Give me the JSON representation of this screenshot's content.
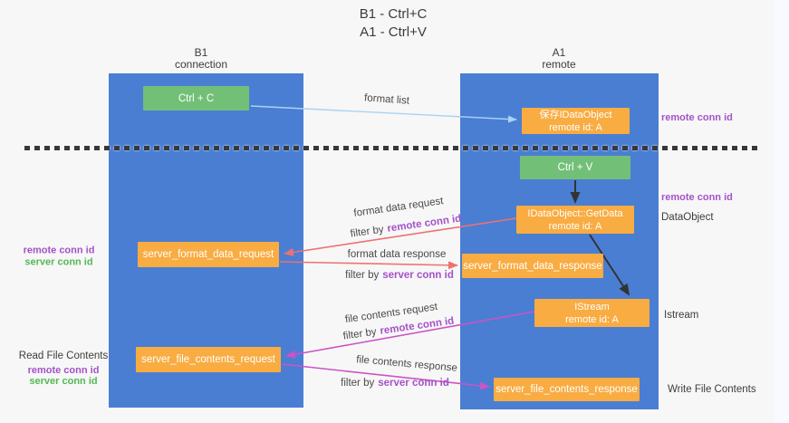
{
  "title": {
    "line1": "B1 - Ctrl+C",
    "line2": "A1 - Ctrl+V"
  },
  "lanes": {
    "left": {
      "name": "B1",
      "subtitle": "connection"
    },
    "right": {
      "name": "A1",
      "subtitle": "remote"
    }
  },
  "boxes": {
    "ctrl_c": {
      "label": "Ctrl + C"
    },
    "save_dataobject": {
      "line1": "保存IDataObject",
      "line2": "remote id: A"
    },
    "ctrl_v": {
      "label": "Ctrl + V"
    },
    "getdata": {
      "line1": "IDataObject::GetData",
      "line2": "remote id: A"
    },
    "format_request": {
      "label": "server_format_data_request"
    },
    "format_response": {
      "label": "server_format_data_response"
    },
    "istream": {
      "line1": "IStream",
      "line2": "remote id: A"
    },
    "file_request": {
      "label": "server_file_contents_request"
    },
    "file_response": {
      "label": "server_file_contents_response"
    }
  },
  "flow_labels": {
    "format_list": "format list",
    "format_data_request": "format data request",
    "format_data_response": "format data response",
    "file_contents_request": "file contents request",
    "file_contents_response": "file contents response",
    "filter_by": "filter by",
    "remote_conn_id": "remote conn id",
    "server_conn_id": "server conn id"
  },
  "side_labels": {
    "remote_conn_id": "remote conn id",
    "server_conn_id": "server conn id",
    "dataobject": "DataObject",
    "istream": "Istream",
    "read_file_contents": "Read File Contents",
    "write_file_contents": "Write File Contents"
  },
  "colors": {
    "lifeline_blue": "#4a7ed3",
    "green_box": "#72c077",
    "orange_box": "#f8ac42",
    "blue_arrow": "#a9d3f2",
    "red_arrow": "#ee7172",
    "magenta_arrow": "#cb54c6",
    "black_arrow": "#333333",
    "purple_text": "#a452c8",
    "green_text": "#53b854",
    "separator_dash": "#383838"
  }
}
